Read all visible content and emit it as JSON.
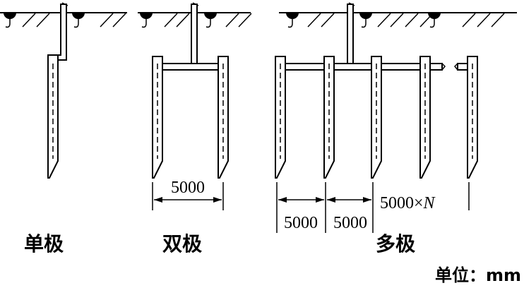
{
  "labels": {
    "single": "单极",
    "double": "双极",
    "multi": "多极",
    "unit": "单位：mm"
  },
  "dimensions": {
    "double_spacing": "5000",
    "multi_spacing_1": "5000",
    "multi_spacing_2": "5000",
    "multi_spacing_n": "5000×",
    "multi_spacing_n_var": "N"
  },
  "icons": {
    "ground": "ground-hatch",
    "insulator": "insulator-icon",
    "rod": "electrode-rod"
  }
}
